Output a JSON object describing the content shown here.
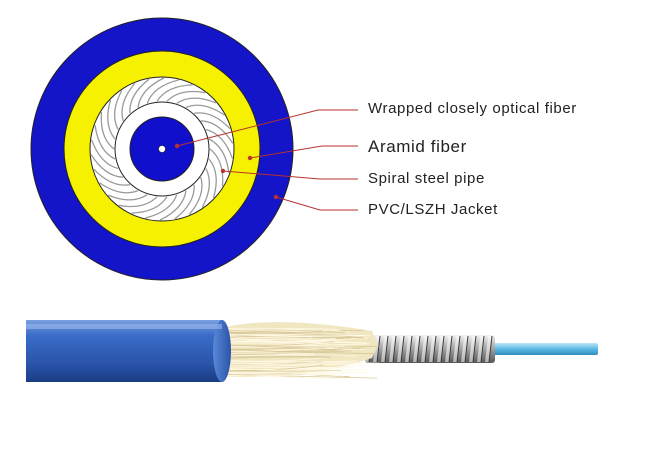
{
  "labels": [
    {
      "text": "Wrapped closely optical fiber"
    },
    {
      "text": "Aramid fiber"
    },
    {
      "text": "Spiral steel pipe"
    },
    {
      "text": "PVC/LSZH Jacket"
    }
  ],
  "colors": {
    "jacket_blue": "#1414c8",
    "aramid_yellow": "#f6f100",
    "steel_gray": "#9a9a9a",
    "fiber_blue": "#1010cc",
    "leader_red": "#b8322e",
    "cable_blue": "#3468c0",
    "fiber_strand": "#f1e6c2",
    "optical_fiber": "#5ab8e4"
  }
}
